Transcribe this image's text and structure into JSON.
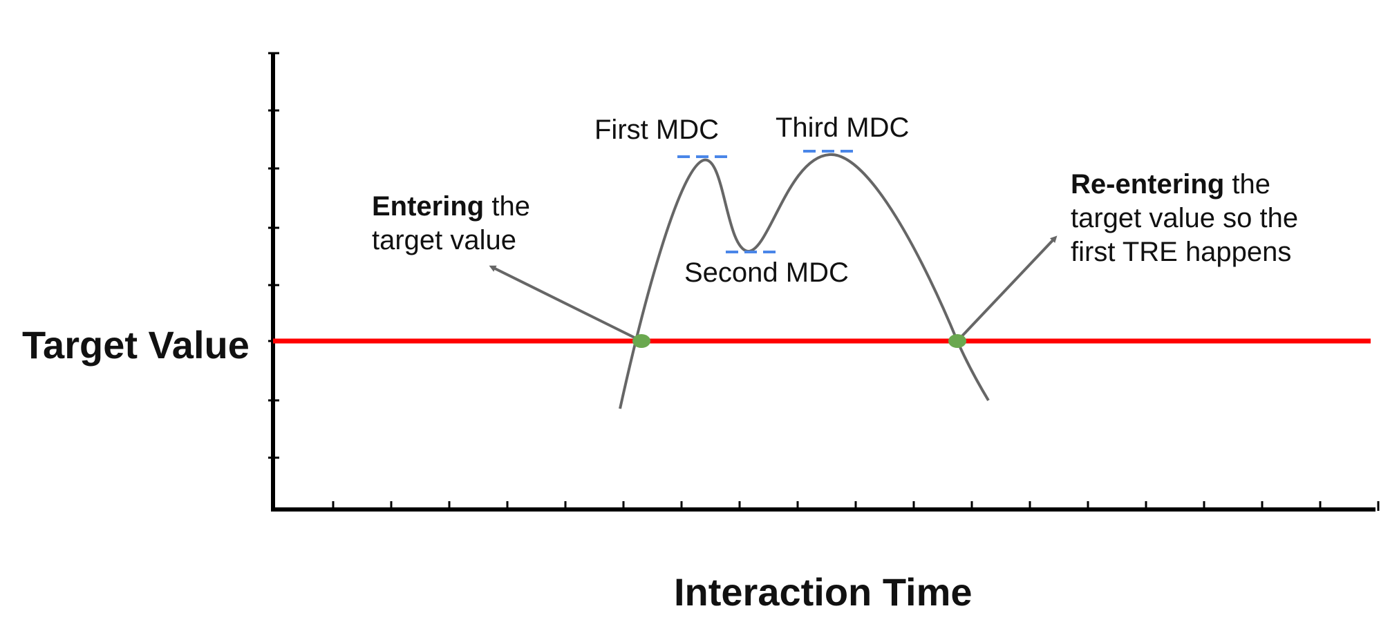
{
  "labels": {
    "y_axis": "Target Value",
    "x_axis": "Interaction Time",
    "first_mdc": "First MDC",
    "second_mdc": "Second MDC",
    "third_mdc": "Third MDC",
    "entering_bold": "Entering",
    "entering_rest": " the",
    "entering_line2": "target value",
    "reentering_bold": "Re-entering",
    "reentering_rest": " the",
    "reentering_line2": "target value so the",
    "reentering_line3": "first TRE happens"
  },
  "colors": {
    "axis": "#000000",
    "target_line": "#ff0000",
    "curve": "#666666",
    "mdc_marker": "#4a86e8",
    "crossing_point": "#6aa84f",
    "arrow": "#666666",
    "text": "#111111"
  }
}
